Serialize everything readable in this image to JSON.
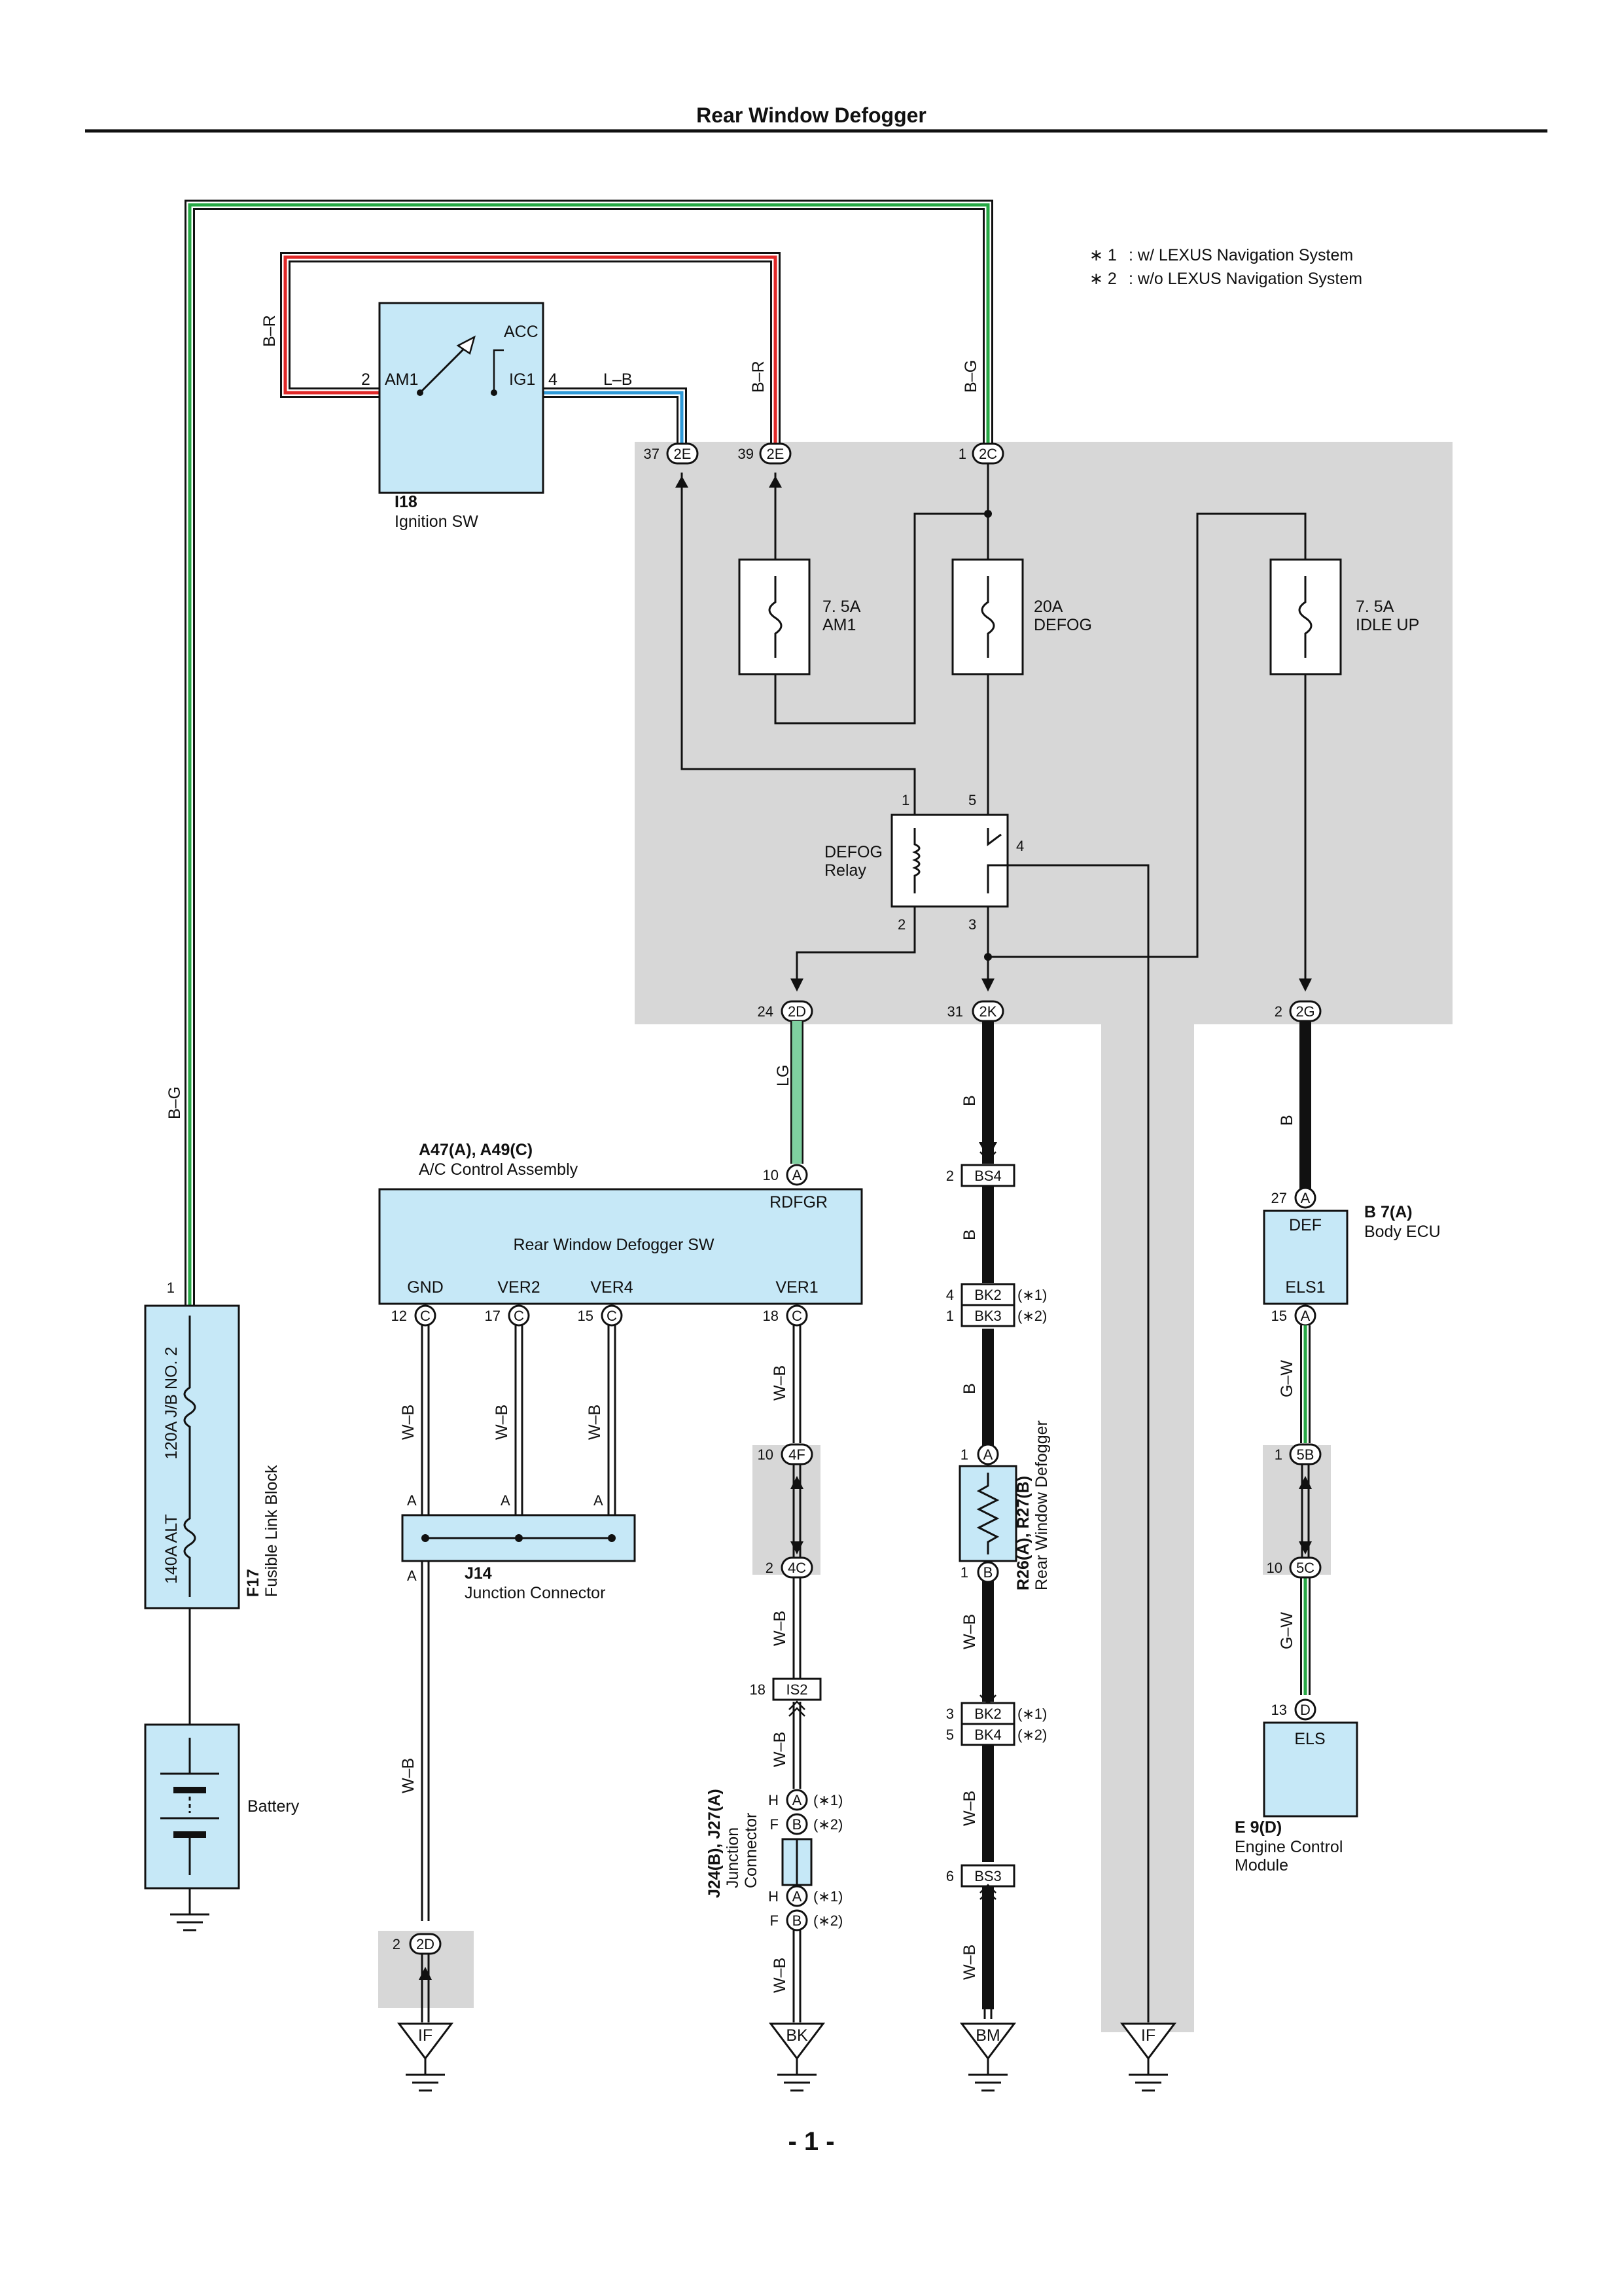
{
  "title": "Rear Window Defogger",
  "page_number": "- 1 -",
  "notes": [
    {
      "mark": "∗ 1",
      "text": ": w/ LEXUS Navigation System"
    },
    {
      "mark": "∗ 2",
      "text": ": w/o LEXUS Navigation System"
    }
  ],
  "components": {
    "ignition_sw": {
      "code": "I18",
      "name": "Ignition SW",
      "acc": "ACC",
      "am1": "AM1",
      "ig1": "IG1",
      "pin_am1": "2",
      "pin_ig1": "4"
    },
    "fuses": [
      {
        "rating": "7. 5A",
        "name": "AM1"
      },
      {
        "rating": "20A",
        "name": "DEFOG"
      },
      {
        "rating": "7. 5A",
        "name": "IDLE UP"
      }
    ],
    "relay": {
      "name1": "DEFOG",
      "name2": "Relay",
      "pin1": "1",
      "pin2": "2",
      "pin3": "3",
      "pin4": "4",
      "pin5": "5"
    },
    "fusible_link": {
      "code": "F17",
      "name": "Fusible Link Block",
      "fuse1": "120A J/B NO. 2",
      "fuse2": "140A ALT",
      "pin": "1"
    },
    "battery": {
      "name": "Battery"
    },
    "ac_control": {
      "code": "A47(A), A49(C)",
      "name": "A/C Control Assembly",
      "inner": "Rear Window Defogger SW",
      "rdfgr": "RDFGR",
      "gnd": "GND",
      "ver2": "VER2",
      "ver4": "VER4",
      "ver1": "VER1"
    },
    "j14": {
      "code": "J14",
      "name": "Junction Connector"
    },
    "j24": {
      "code": "J24(B), J27(A)",
      "name1": "Junction",
      "name2": "Connector"
    },
    "defogger": {
      "code": "R26(A), R27(B)",
      "name": "Rear Window Defogger"
    },
    "body_ecu": {
      "code": "B 7(A)",
      "name": "Body ECU",
      "def": "DEF",
      "els1": "ELS1"
    },
    "ecm": {
      "code": "E 9(D)",
      "name1": "Engine Control",
      "name2": "Module",
      "els": "ELS"
    }
  },
  "wire_colors": {
    "br_left": "B–R",
    "lb": "L–B",
    "br": "B–R",
    "bg": "B–G",
    "bg_left": "B–G",
    "lg": "LG",
    "b1": "B",
    "b2": "B",
    "b3": "B",
    "b_right": "B",
    "gw1": "G–W",
    "gw2": "G–W",
    "wb_gnd": "W–B",
    "wb_ver2": "W–B",
    "wb_ver4": "W–B",
    "wb_j14": "W–B",
    "wb_ver1": "W–B",
    "wb_4c": "W–B",
    "wb_is2": "W–B",
    "wb_j24": "W–B",
    "wb_def": "W–B",
    "wb_bk2": "W–B",
    "wb_bs3": "W–B"
  },
  "connectors": {
    "c37": {
      "pin": "37",
      "code": "2E"
    },
    "c39": {
      "pin": "39",
      "code": "2E"
    },
    "c1": {
      "pin": "1",
      "code": "2C"
    },
    "c24": {
      "pin": "24",
      "code": "2D"
    },
    "c31": {
      "pin": "31",
      "code": "2K"
    },
    "c2g": {
      "pin": "2",
      "code": "2G"
    },
    "a10": {
      "pin": "10",
      "code": "A"
    },
    "bs4": {
      "pin": "2",
      "code": "BS4"
    },
    "bk2a": {
      "pin": "4",
      "code": "BK2",
      "note": "(∗1)"
    },
    "bk3": {
      "pin": "1",
      "code": "BK3",
      "note": "(∗2)"
    },
    "def_a": {
      "pin": "1",
      "code": "A"
    },
    "def_b": {
      "pin": "1",
      "code": "B"
    },
    "bk2b": {
      "pin": "3",
      "code": "BK2",
      "note": "(∗1)"
    },
    "bk4": {
      "pin": "5",
      "code": "BK4",
      "note": "(∗2)"
    },
    "bs3": {
      "pin": "6",
      "code": "BS3"
    },
    "c12": {
      "pin": "12",
      "code": "C"
    },
    "c17": {
      "pin": "17",
      "code": "C"
    },
    "c15": {
      "pin": "15",
      "code": "C"
    },
    "c18": {
      "pin": "18",
      "code": "C"
    },
    "c4f": {
      "pin": "10",
      "code": "4F"
    },
    "c4c": {
      "pin": "2",
      "code": "4C"
    },
    "is2": {
      "pin": "18",
      "code": "IS2"
    },
    "j24_ha": {
      "pin": "H",
      "code": "A",
      "note": "(∗1)"
    },
    "j24_fb": {
      "pin": "F",
      "code": "B",
      "note": "(∗2)"
    },
    "j24_ha2": {
      "pin": "H",
      "code": "A",
      "note": "(∗1)"
    },
    "j24_fb2": {
      "pin": "F",
      "code": "B",
      "note": "(∗2)"
    },
    "c2d_gnd": {
      "pin": "2",
      "code": "2D"
    },
    "ecu_a27": {
      "pin": "27",
      "code": "A"
    },
    "ecu_a15": {
      "pin": "15",
      "code": "A"
    },
    "c5b": {
      "pin": "1",
      "code": "5B"
    },
    "c5c": {
      "pin": "10",
      "code": "5C"
    },
    "ecm_d13": {
      "pin": "13",
      "code": "D"
    },
    "j14_a1": "A",
    "j14_a2": "A",
    "j14_a3": "A",
    "j14_a4": "A"
  },
  "grounds": [
    "IF",
    "BK",
    "BM",
    "IF"
  ]
}
